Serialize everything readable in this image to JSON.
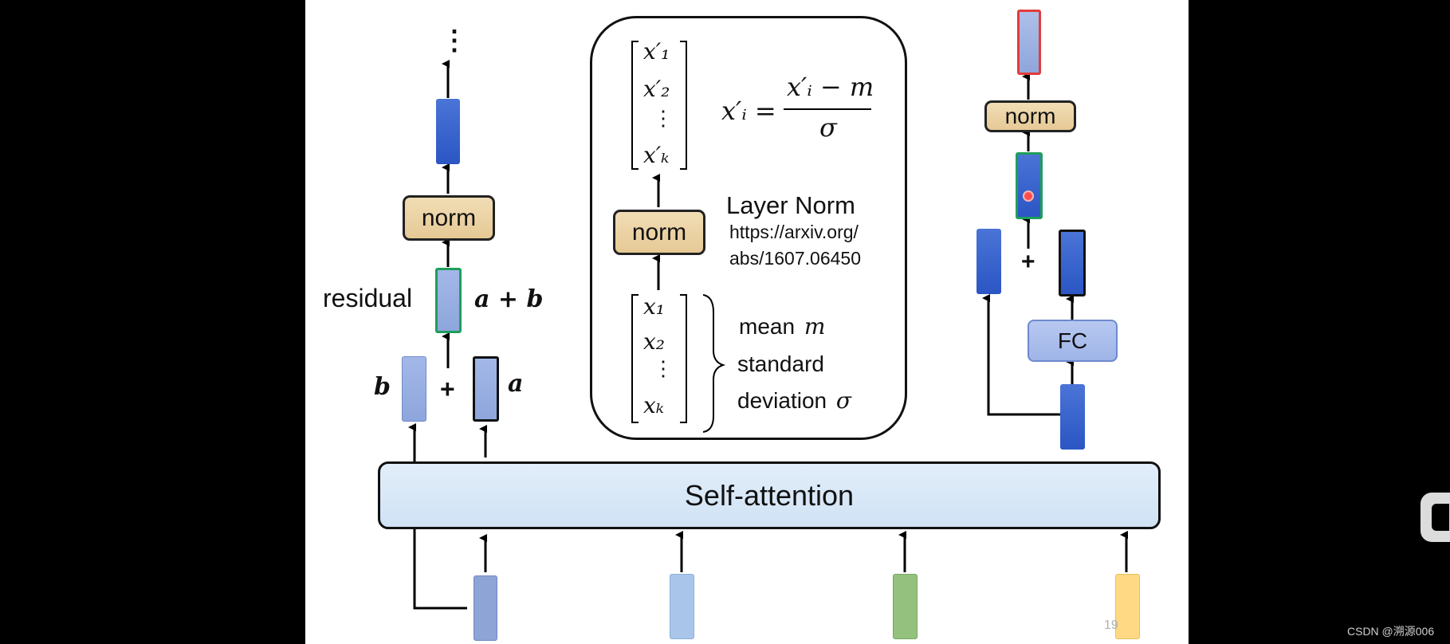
{
  "left_block": {
    "ellipsis": "⋮",
    "norm_label": "norm",
    "residual_label": "residual",
    "sum_label": "a + b",
    "b_label": "b",
    "plus_label": "+",
    "a_label": "a"
  },
  "center_panel": {
    "normalized_vector": [
      "x′₁",
      "x′₂",
      "⋮",
      "x′ₖ"
    ],
    "formula_lhs": "x′ᵢ =",
    "formula_numerator": "x′ᵢ − m",
    "formula_denominator": "σ",
    "norm_label": "norm",
    "layer_norm_title": "Layer Norm",
    "paper_link_line1": "https://arxiv.org/",
    "paper_link_line2": "abs/1607.06450",
    "input_vector": [
      "x₁",
      "x₂",
      "⋮",
      "xₖ"
    ],
    "mean_label": "mean",
    "mean_symbol": "m",
    "std_line1": "standard",
    "std_line2": "deviation",
    "std_symbol": "σ"
  },
  "right_block": {
    "norm_label": "norm",
    "plus_label": "+",
    "fc_label": "FC"
  },
  "self_attention_label": "Self-attention",
  "slide_number": "19",
  "watermark": "CSDN @溯源006",
  "colors": {
    "input_1": "#8ea3d6",
    "input_2": "#a9c6ea",
    "input_3": "#94c17d",
    "input_4": "#ffd983",
    "residual_border": "#1f9e5c",
    "output_border": "#e23b3b",
    "norm_fill": "#ecd3a4",
    "attention_fill": "#d6e8f6"
  }
}
